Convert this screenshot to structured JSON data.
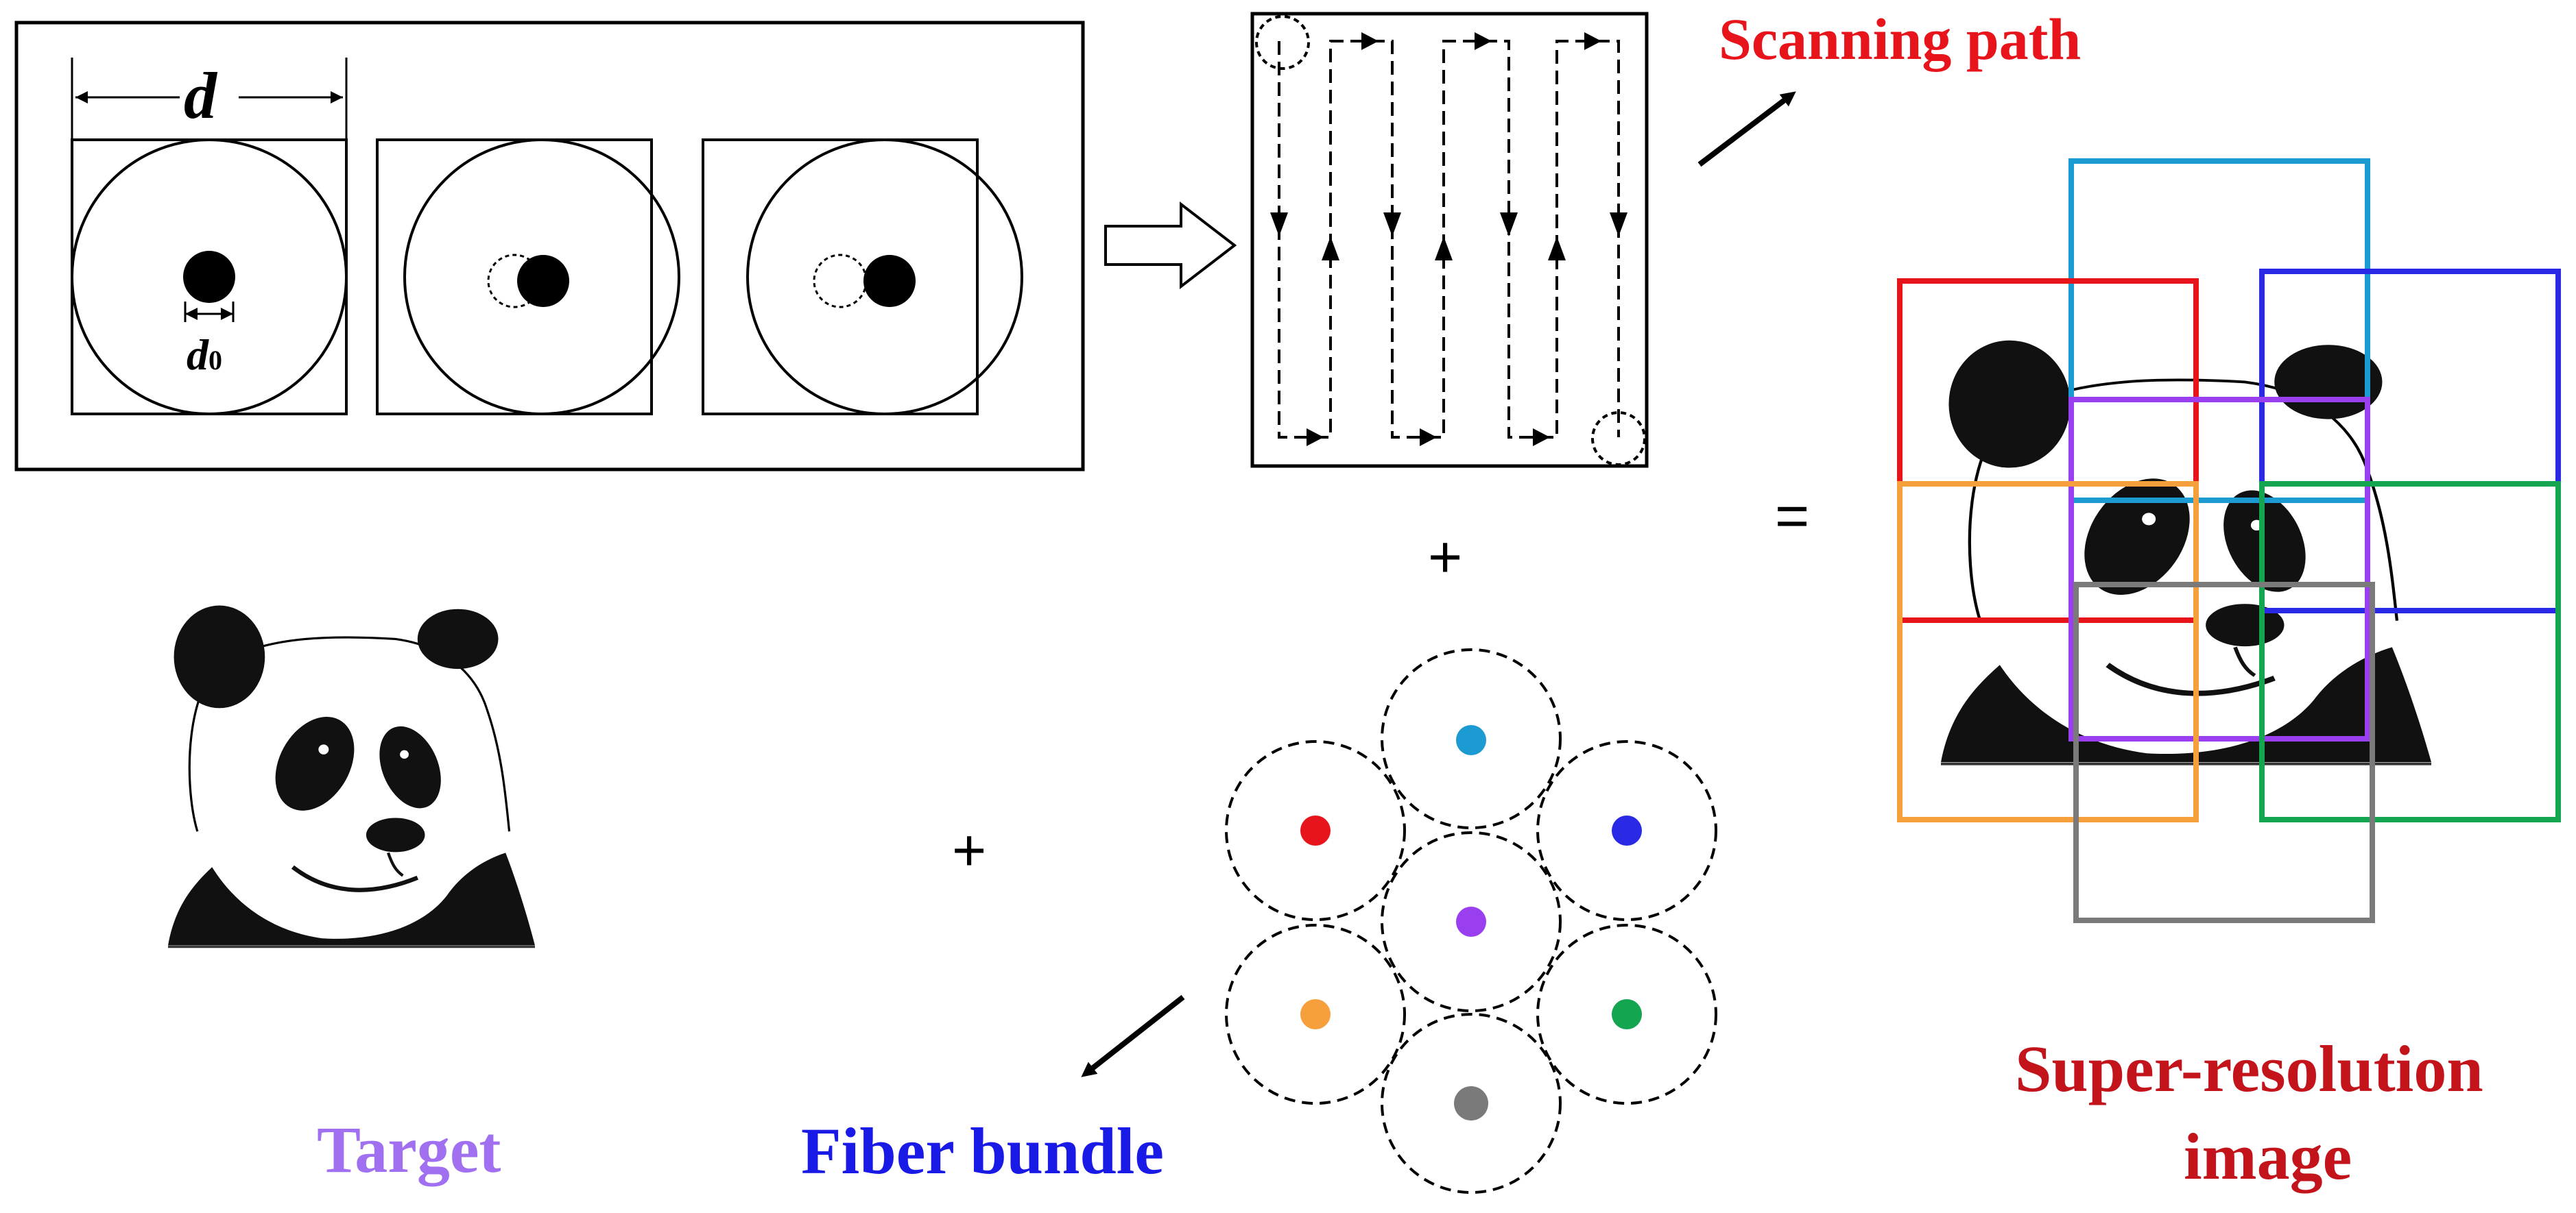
{
  "labels": {
    "d": "d",
    "d0_main": "d",
    "d0_sub": "0",
    "scanning_path": "Scanning path",
    "target": "Target",
    "fiber_bundle": "Fiber bundle",
    "super_resolution_line1": "Super-resolution",
    "super_resolution_line2": "image",
    "plus": "+",
    "equals": "="
  },
  "colors": {
    "scanning_path": "#e8141b",
    "target": "#a070f0",
    "fiber_bundle": "#1a1ae6",
    "super_resolution": "#c4141b",
    "fiber_cyan": "#1b9bd1",
    "fiber_red": "#e8141b",
    "fiber_blue": "#2a2ae6",
    "fiber_purple": "#9a3ff0",
    "fiber_orange": "#f5a03c",
    "fiber_green": "#14a550",
    "fiber_gray": "#7a7a7a"
  },
  "icons": [
    "panda-target-image",
    "panda-super-resolution-image",
    "hollow-right-arrow",
    "diagonal-arrow"
  ]
}
